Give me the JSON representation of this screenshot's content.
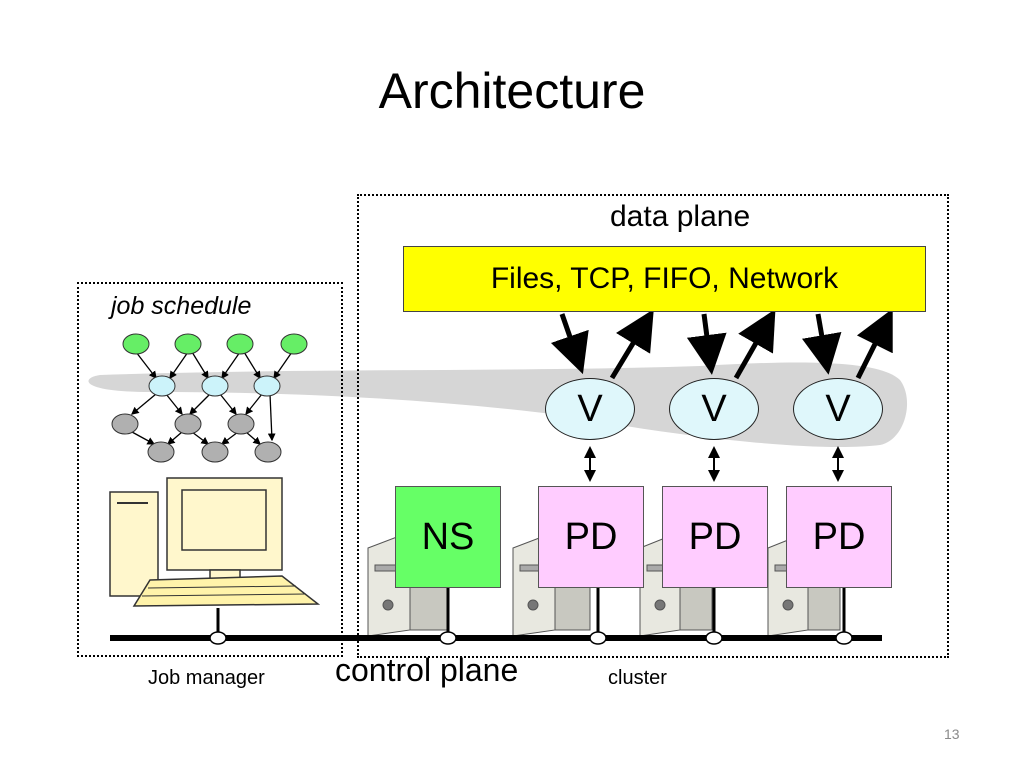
{
  "title": "Architecture",
  "regions": {
    "job_schedule": "job schedule",
    "data_plane": "data plane"
  },
  "io_box": {
    "label": "Files, TCP, FIFO, Network",
    "color": "#ffff00"
  },
  "vertices": [
    "V",
    "V",
    "V"
  ],
  "name_server": {
    "label": "NS",
    "color": "#66ff66"
  },
  "process_daemons": [
    {
      "label": "PD"
    },
    {
      "label": "PD"
    },
    {
      "label": "PD"
    }
  ],
  "pd_color": "#ffccff",
  "bottom_labels": {
    "job_manager": "Job manager",
    "control_plane": "control plane",
    "cluster": "cluster"
  },
  "slide_number": "13",
  "colors": {
    "dag_source": "#66ee66",
    "dag_middle": "#ccf3fa",
    "dag_gray": "#b0b0b0",
    "shadow": "#d6d6d6"
  }
}
